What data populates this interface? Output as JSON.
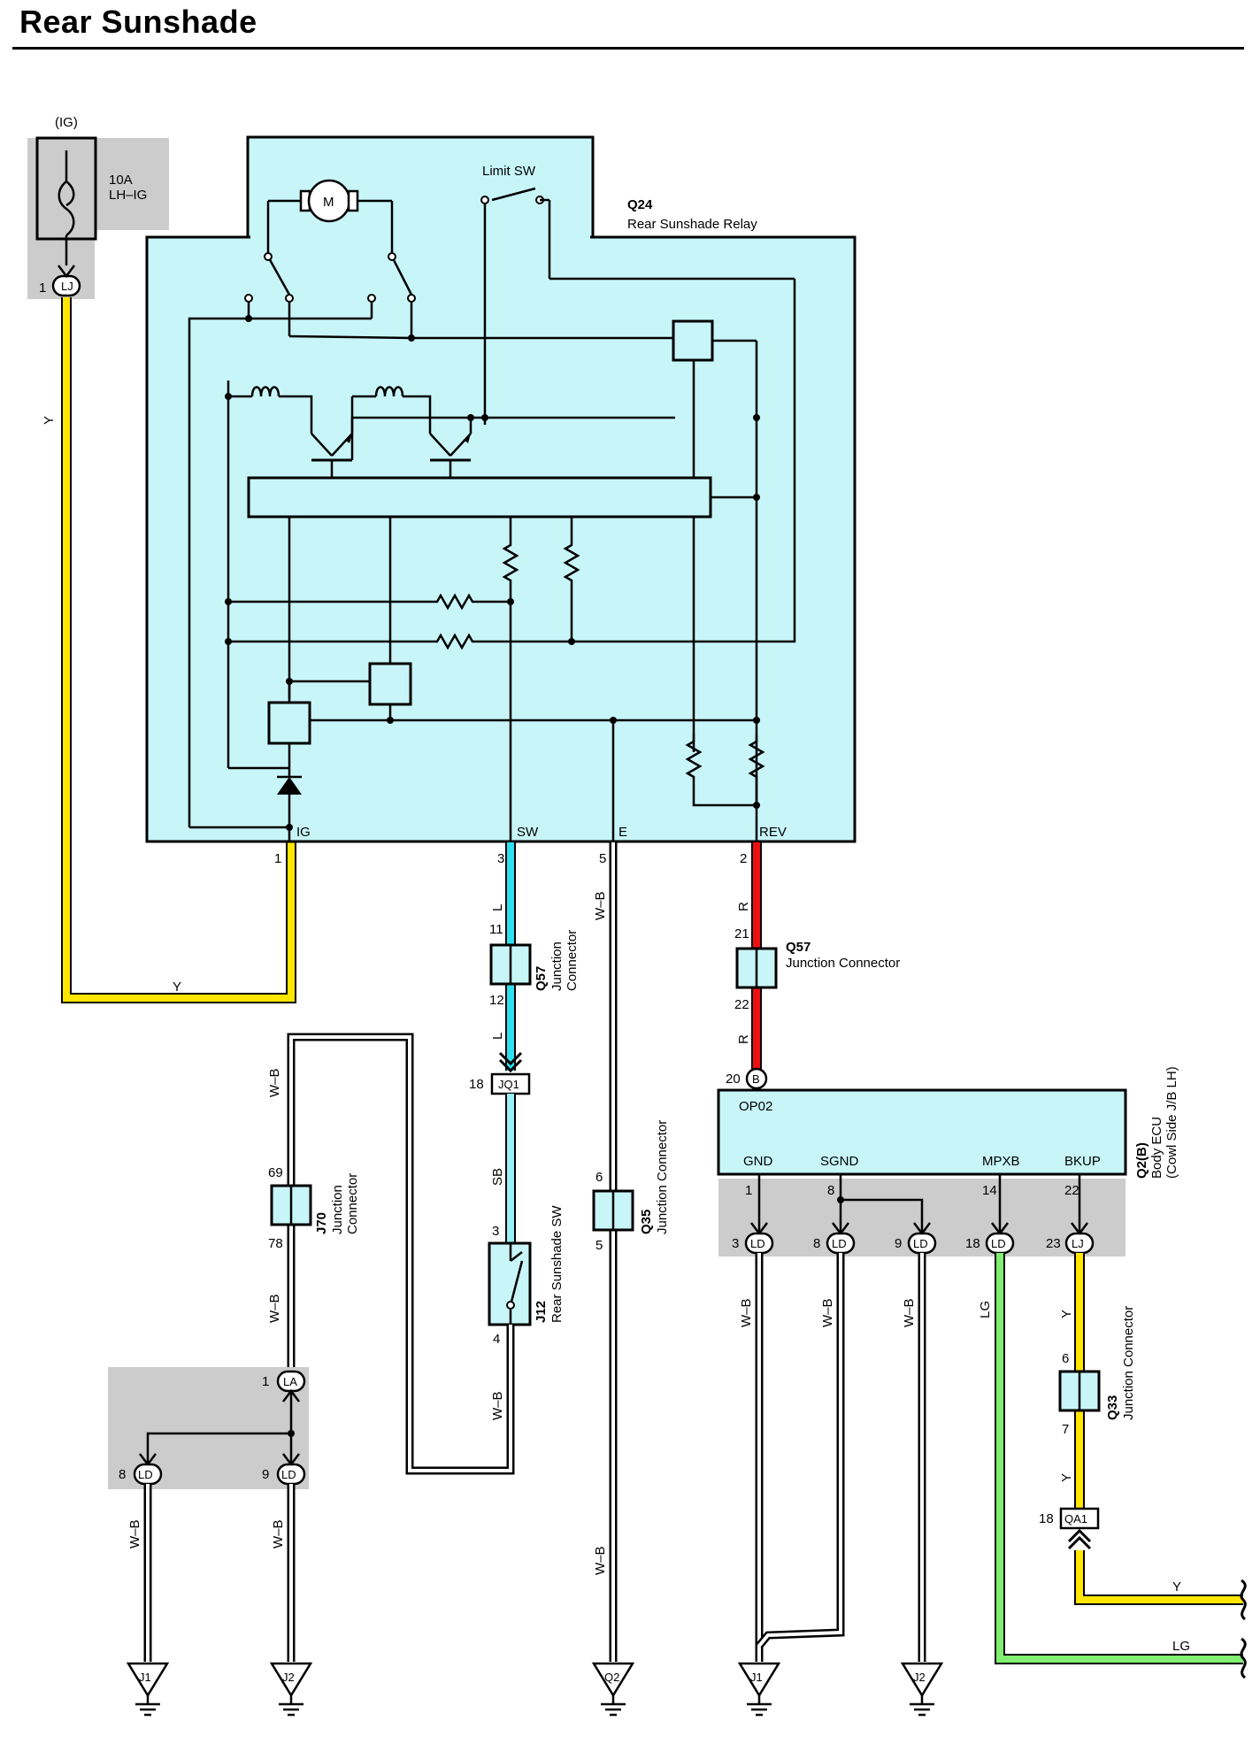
{
  "title": "Rear Sunshade",
  "colors": {
    "module_fill": "#c8f5f8",
    "grey_box": "#cccccc",
    "wire_Y": "#ffe600",
    "wire_L": "#2ee0f0",
    "wire_SB": "#9af0f6",
    "wire_R": "#ee1111",
    "wire_LG": "#80ee70",
    "wire_WB": "#ffffff"
  },
  "fuse": {
    "supply": "(IG)",
    "rating": "10A",
    "name": "LH–IG",
    "pin": "1",
    "connector": "LJ"
  },
  "relay": {
    "code": "Q24",
    "name": "Rear Sunshade Relay",
    "motor_symbol": "M",
    "limit_switch": "Limit SW",
    "terminals": {
      "ig": "IG",
      "sw": "SW",
      "e": "E",
      "rev": "REV"
    },
    "pins": {
      "ig": "1",
      "sw": "3",
      "e": "5",
      "rev": "2"
    }
  },
  "wires": {
    "y": "Y",
    "l": "L",
    "sb": "SB",
    "r": "R",
    "wb": "W–B",
    "lg": "LG"
  },
  "junctions": {
    "q57_sw": {
      "code": "Q57",
      "name": "Junction",
      "name2": "Connector",
      "pin_in": "11",
      "pin_out": "12"
    },
    "q57_rev": {
      "code": "Q57",
      "name": "Junction Connector",
      "pin_in": "21",
      "pin_out": "22"
    },
    "jq1": {
      "pin": "18",
      "connector": "JQ1"
    },
    "j12": {
      "code": "J12",
      "name": "Rear Sunshade SW",
      "pin_in": "3",
      "pin_out": "4"
    },
    "q35": {
      "code": "Q35",
      "name": "Junction Connector",
      "pin_in": "6",
      "pin_out": "5"
    },
    "j70": {
      "code": "J70",
      "name": "Junction",
      "name2": "Connector",
      "pin_in": "69",
      "pin_out": "78"
    },
    "q33": {
      "code": "Q33",
      "name": "Junction Connector",
      "pin_in": "6",
      "pin_out": "7"
    },
    "la": {
      "pin": "1",
      "connector": "LA"
    },
    "ld8": {
      "pin": "8",
      "connector": "LD"
    },
    "ld9": {
      "pin": "9",
      "connector": "LD"
    },
    "qa1": {
      "pin": "18",
      "connector": "QA1"
    }
  },
  "ecu": {
    "code": "Q2(B)",
    "name": "Body ECU",
    "location": "(Cowl Side J/B LH)",
    "connector": "OP02",
    "input_pin": "20",
    "input_connector": "B",
    "terminals": [
      "GND",
      "SGND",
      "MPXB",
      "BKUP"
    ],
    "terminal_pins": [
      "1",
      "8",
      "14",
      "22"
    ],
    "lower_pins": [
      {
        "pin": "3",
        "connector": "LD"
      },
      {
        "pin": "8",
        "connector": "LD"
      },
      {
        "pin": "9",
        "connector": "LD"
      },
      {
        "pin": "18",
        "connector": "LD"
      },
      {
        "pin": "23",
        "connector": "LJ"
      }
    ]
  },
  "grounds": [
    "J1",
    "J2",
    "Q2",
    "J1",
    "J2"
  ]
}
